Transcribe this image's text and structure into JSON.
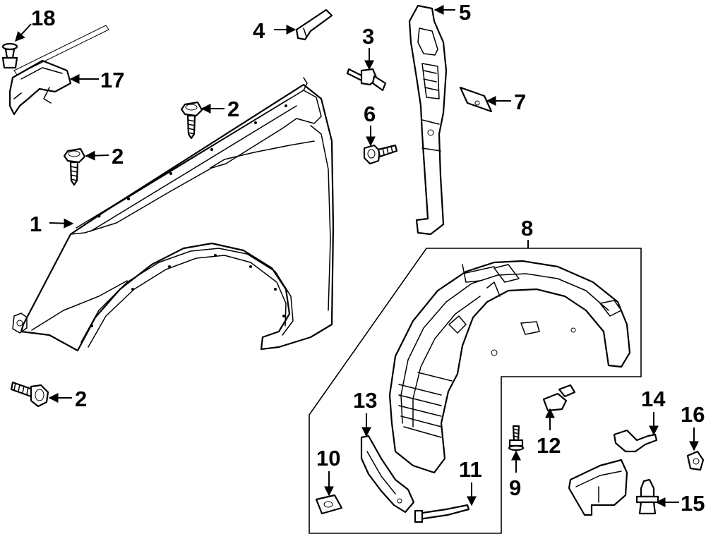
{
  "diagram": {
    "callouts": [
      {
        "id": "c1",
        "label": "1"
      },
      {
        "id": "c2a",
        "label": "2"
      },
      {
        "id": "c2b",
        "label": "2"
      },
      {
        "id": "c2c",
        "label": "2"
      },
      {
        "id": "c3",
        "label": "3"
      },
      {
        "id": "c4",
        "label": "4"
      },
      {
        "id": "c5",
        "label": "5"
      },
      {
        "id": "c6",
        "label": "6"
      },
      {
        "id": "c7",
        "label": "7"
      },
      {
        "id": "c8",
        "label": "8"
      },
      {
        "id": "c9",
        "label": "9"
      },
      {
        "id": "c10",
        "label": "10"
      },
      {
        "id": "c11",
        "label": "11"
      },
      {
        "id": "c12",
        "label": "12"
      },
      {
        "id": "c13",
        "label": "13"
      },
      {
        "id": "c14",
        "label": "14"
      },
      {
        "id": "c15",
        "label": "15"
      },
      {
        "id": "c16",
        "label": "16"
      },
      {
        "id": "c17",
        "label": "17"
      },
      {
        "id": "c18",
        "label": "18"
      }
    ],
    "colors": {
      "line": "#000000",
      "background": "#ffffff"
    }
  }
}
